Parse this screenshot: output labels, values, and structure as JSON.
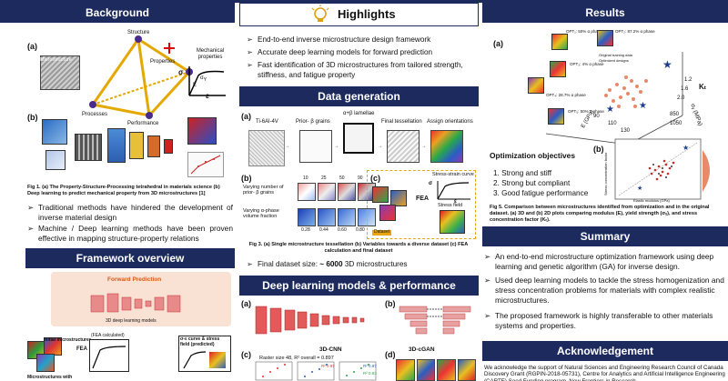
{
  "highlights": {
    "title": "Highlights",
    "items": [
      "End-to-end inverse microstructure design framework",
      "Accurate deep learning models for forward prediction",
      "Fast identification of 3D microstructures from tailored strength, stiffness, and fatigue property"
    ]
  },
  "background": {
    "title": "Background",
    "panel_a": "(a)",
    "panel_b": "(b)",
    "nodes": [
      "Structure",
      "Properties",
      "Processes",
      "Performance",
      "Microstructure"
    ],
    "mech_title": "Mechanical properties",
    "sigma": "σ",
    "epsilon": "ε",
    "sigma_y": "σ",
    "sigma_y_sub": "Y",
    "e_label": "E",
    "caption": "Fig 1. (a) The Property-Structure-Processing tetrahedral in materials science (b) Deep learning to predict mechanical property from 3D microstructures [1]",
    "bullets": [
      "Traditional methods have hindered the development of inverse material design",
      "Machine / Deep learning methods have been proven effective in mapping structure-property relations"
    ]
  },
  "framework": {
    "title": "Framework overview",
    "forward": "Forward Prediction",
    "dl_models": "3D deep learning models",
    "initial": "Initial microstructures",
    "fea": "FEA",
    "fea_calc": "(FEA calculated)",
    "predicted": "σ-ε curve & stress field (predicted)",
    "bottom": "Microstructures with"
  },
  "datagen": {
    "title": "Data generation",
    "panel_a": "(a)",
    "panel_b": "(b)",
    "panel_c": "(c)",
    "steps": [
      "Ti-6Al-4V",
      "Prior- β grains",
      "α+β lamellae",
      "Final tessellation",
      "Assign orientations"
    ],
    "row1": "Varying number of prior- β grains",
    "row1_ticks": [
      "10",
      "25",
      50,
      "90"
    ],
    "row2": "Varying α-phase volume fraction",
    "row2_ticks": [
      "0.28",
      "0.44",
      "0.60",
      "0.80"
    ],
    "fea": "FEA",
    "ss_curve": "Stress-strain curve",
    "stress_field": "Stress field",
    "dataset": "Dataset",
    "sigma": "σ",
    "epsilon": "ε",
    "caption": "Fig 3. (a) Single microstructure tessellation (b) Variables towards a diverse dataset (c) FEA calculation and final dataset",
    "final_prefix": "Final dataset size: ",
    "final_count": "~ 6000",
    "final_suffix": " 3D microstructures"
  },
  "deep": {
    "title": "Deep learning models & performance",
    "panel_a": "(a)",
    "panel_b": "(b)",
    "panel_c": "(c)",
    "panel_d": "(d)",
    "cnn": "3D-CNN",
    "cgan": "3D-cGAN",
    "raster": "Raster size 48, R² overall = 0.897",
    "r2_a": "R² 0.97",
    "r2_b": "R² 0.87",
    "r2_c": "R² 0.93"
  },
  "results": {
    "title": "Results",
    "panel_a": "(a)",
    "panel_b": "(b)",
    "axis_e": "E (GPa)",
    "axis_sy": "σᵧ (MPa)",
    "axis_k": "Kₜ",
    "ticks_e": [
      "90",
      "110",
      "130"
    ],
    "ticks_sy": [
      "850",
      "1050"
    ],
    "ticks_k": [
      "1.2",
      "1.6",
      "2.0"
    ],
    "callouts": [
      "OPT₁: 50% α phase",
      "OPT₂: 87.2% α phase",
      "OPT₃: 4% α phase",
      "OPT₄: 28.7% α phase",
      "OPT₅: 50% α phase"
    ],
    "legend": [
      "Original training data",
      "Optimized designs"
    ],
    "objectives_title": "Optimization objectives",
    "objectives": [
      "Strong and stiff",
      "Strong but compliant",
      "Good fatigue performance"
    ],
    "obj_nums": [
      "1.",
      "2.",
      "3."
    ],
    "ylabel_b": "Stress concentration factor",
    "xlabel_b": "Elastic modulus (GPa)",
    "caption": "Fig 5. Comparison between microstructures identified from optimization and in the original dataset. (a) 3D and (b) 2D plots comparing modulus (E), yield strength (σᵧ), and stress concentration factor (Kₜ)."
  },
  "summary": {
    "title": "Summary",
    "items": [
      "An end-to-end microstructure optimization framework using deep learning and genetic algorithm (GA) for inverse design.",
      "Used deep learning models to tackle the stress homogenization and stress concentration problems for materials with complex realistic microstructures.",
      "The proposed framework is highly transferable to other materials systems and properties."
    ]
  },
  "ack": {
    "title": "Acknowledgement",
    "text": "We acknowledge the support of Natural Sciences and Engineering Research Council of Canada Discovery Grant (RGPIN-2018-05731), Centre for Analytics and Artificial Intelligence Engineering (CARTE) Seed Funding program, New Frontiers in Research"
  },
  "colors": {
    "banner": "#1c2a5e",
    "forward_box": "#f9e1d4",
    "dataset_border": "#e7a514",
    "accent_red": "#e03020",
    "accent_blue": "#1f3f8c"
  }
}
